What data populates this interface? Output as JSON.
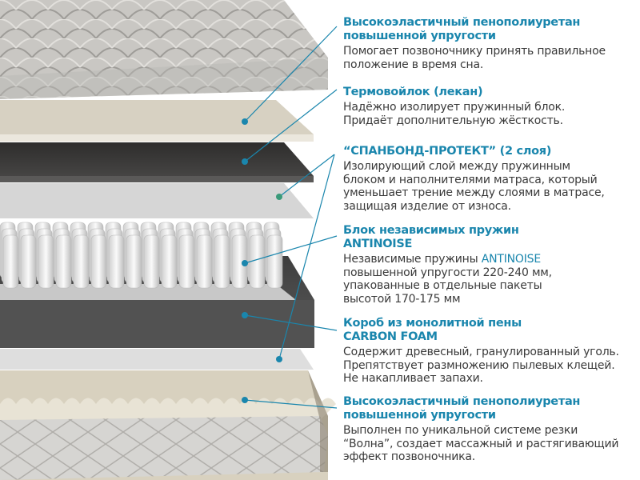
{
  "colors": {
    "accent": "#1a86ad",
    "text": "#3a3a3a",
    "green_marker": "#3a9a7a"
  },
  "layers": [
    {
      "title_lines": [
        "Высокоэластичный пенополиуретан",
        "повышенной упругости"
      ],
      "desc_lines": [
        "Помогает позвоночнику принять правильное",
        "положение в время сна."
      ]
    },
    {
      "title_lines": [
        "Термовойлок (лекан)"
      ],
      "desc_lines": [
        "Надёжно изолирует пружинный блок.",
        "Придаёт дополнительную жёсткость."
      ]
    },
    {
      "title_lines": [
        "“СПАНБОНД-ПРОТЕКТ” (2 слоя)"
      ],
      "desc_lines": [
        "Изолирующий слой между пружинным",
        "блоком и наполнителями матраса, который",
        "уменьшает трение между слоями в матрасе,",
        "защищая изделие от износа."
      ]
    },
    {
      "title_lines": [
        "Блок независимых пружин",
        "ANTINOISE"
      ],
      "desc_prefix": "Независимые пружины ",
      "desc_accent": "ANTINOISE",
      "desc_lines": [
        "повышенной упругости 220-240 мм,",
        "упакованные в отдельные пакеты",
        "высотой 170-175 мм"
      ]
    },
    {
      "title_lines": [
        "Короб из монолитной пены",
        "CARBON FOAM"
      ],
      "desc_lines": [
        "Содержит древесный, гранулированный уголь.",
        "Препятствует размножению пылевых клещей.",
        "Не накапливает запахи."
      ]
    },
    {
      "title_lines": [
        "Высокоэластичный пенополиуретан",
        "повышенной упругости"
      ],
      "desc_lines": [
        "Выполнен по уникальной системе резки",
        "“Волна”, создает массажный и растягивающий",
        "эффект позвоночника."
      ]
    }
  ]
}
